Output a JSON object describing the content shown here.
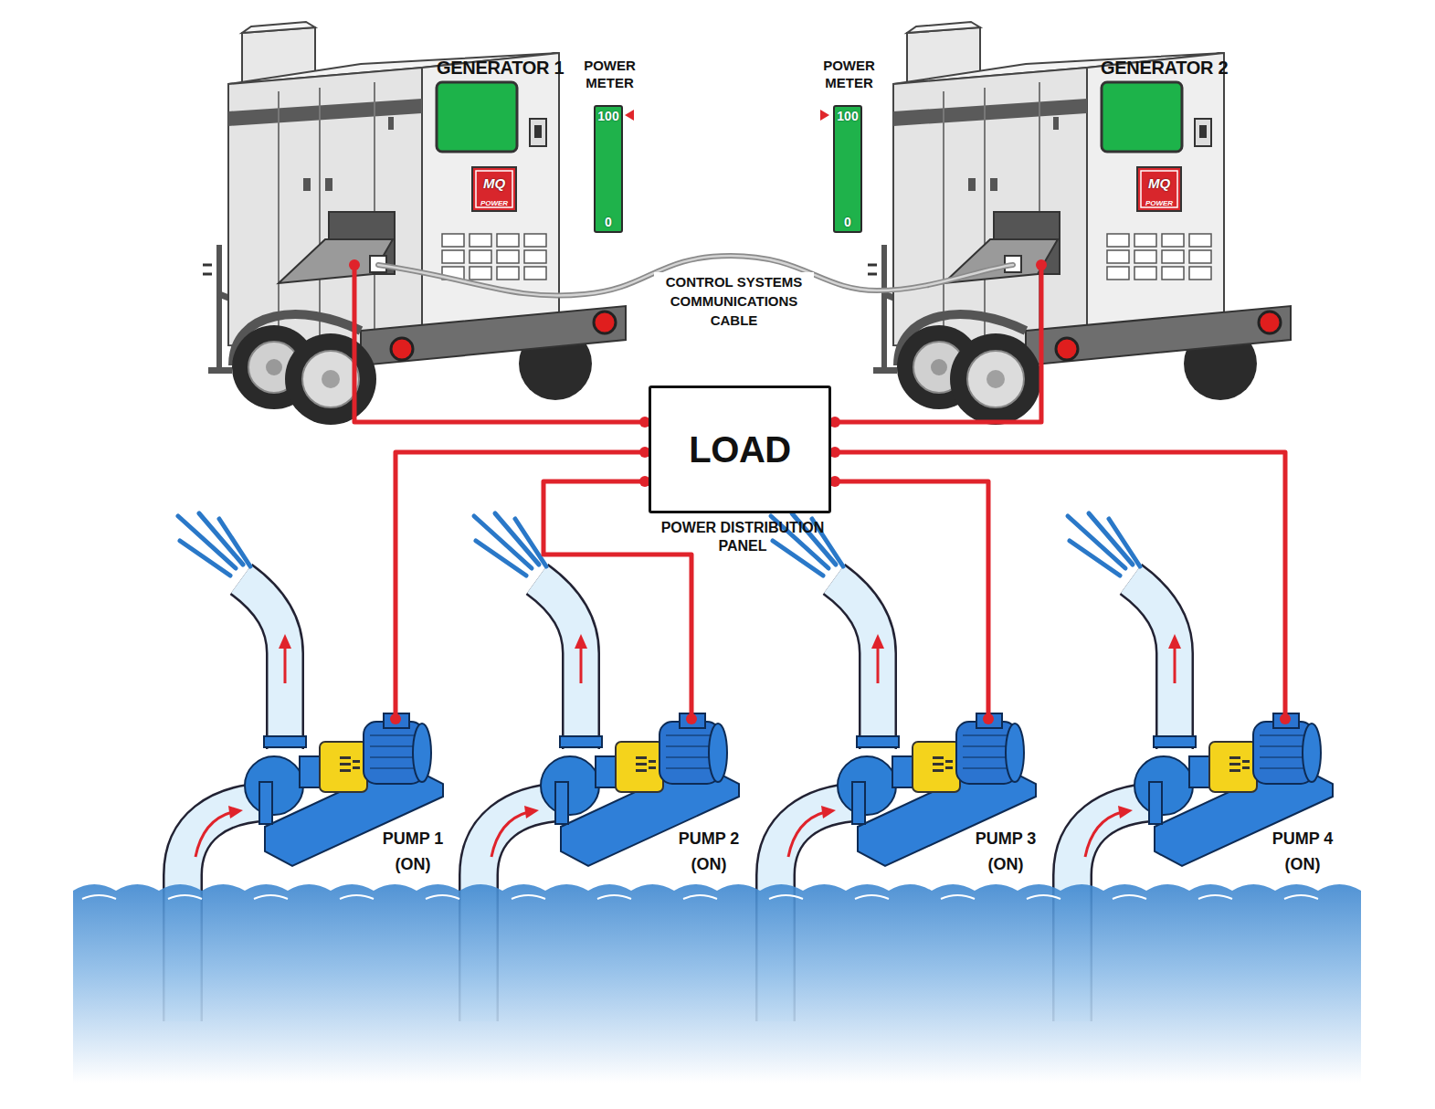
{
  "diagram": {
    "nodes": [
      {
        "text": [
          "GENERATOR 1"
        ]
      },
      {
        "text": [
          "POWER METER",
          "100",
          "0"
        ]
      },
      {
        "text": [
          "POWER METER",
          "100",
          "0"
        ]
      },
      {
        "text": [
          "GENERATOR 2"
        ]
      },
      {
        "text": [
          "LOAD",
          "POWER DISTRIBUTION PANEL"
        ]
      },
      {
        "text": [
          "PUMP 1 (ON)"
        ]
      },
      {
        "text": [
          "PUMP 2 (ON)"
        ]
      },
      {
        "text": [
          "PUMP 3 (ON)"
        ]
      },
      {
        "text": [
          "PUMP 4 (ON)"
        ]
      }
    ],
    "edges": [
      {
        "from": 0,
        "to": 4,
        "arrow": "none"
      },
      {
        "from": 3,
        "to": 4,
        "arrow": "none"
      },
      {
        "from": 4,
        "to": 5,
        "arrow": "none"
      },
      {
        "from": 4,
        "to": 6,
        "arrow": "none"
      },
      {
        "from": 4,
        "to": 7,
        "arrow": "none"
      },
      {
        "from": 4,
        "to": 8,
        "arrow": "none"
      },
      {
        "from": 0,
        "to": 3,
        "label": "CONTROL SYSTEMS COMMUNICATIONS CABLE",
        "arrow": "none"
      }
    ],
    "labels": [
      "MQ",
      "POWER",
      "MQ",
      "POWER"
    ]
  }
}
